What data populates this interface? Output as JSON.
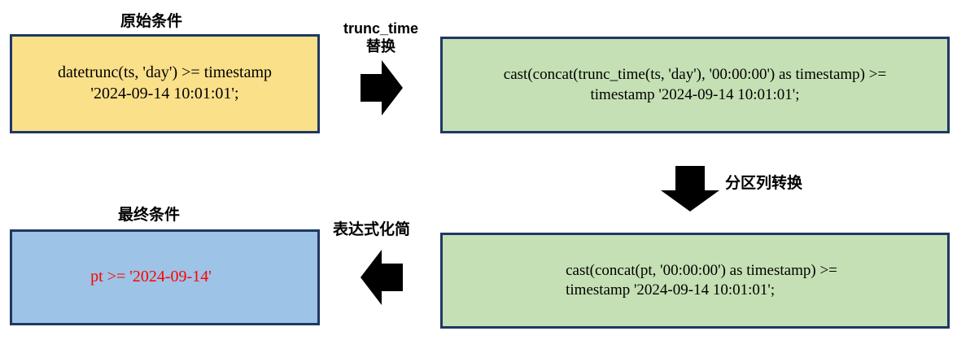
{
  "diagram": {
    "type": "flow",
    "title_original": "原始条件",
    "title_final": "最终条件",
    "colors": {
      "original_box": "#fbe08a",
      "transformed_box": "#c5e0b4",
      "final_box": "#9dc3e6",
      "border": "#1f3864",
      "final_text": "#ff0000",
      "arrow": "#000000"
    },
    "nodes": [
      {
        "id": "original-condition",
        "caption": "原始条件",
        "text": "datetrunc(ts, 'day') >= timestamp\n'2024-09-14 10:01:01';",
        "fill": "#fbe08a"
      },
      {
        "id": "trunc-time-condition",
        "caption": "",
        "text": "cast(concat(trunc_time(ts, 'day'), '00:00:00') as timestamp) >=\ntimestamp '2024-09-14 10:01:01';",
        "fill": "#c5e0b4"
      },
      {
        "id": "partition-condition",
        "caption": "",
        "text": "cast(concat(pt, '00:00:00') as timestamp) >=\n          timestamp '2024-09-14 10:01:01';",
        "fill": "#c5e0b4"
      },
      {
        "id": "final-condition",
        "caption": "最终条件",
        "text": "pt >= '2024-09-14'",
        "fill": "#9dc3e6"
      }
    ],
    "arrows": [
      {
        "id": "arrow-trunc-time",
        "direction": "right",
        "label": "trunc_time\n替换",
        "from": "original-condition",
        "to": "trunc-time-condition"
      },
      {
        "id": "arrow-partition",
        "direction": "down",
        "label": "分区列转换",
        "from": "trunc-time-condition",
        "to": "partition-condition"
      },
      {
        "id": "arrow-simplify",
        "direction": "left",
        "label": "表达式化简",
        "from": "partition-condition",
        "to": "final-condition"
      }
    ]
  }
}
